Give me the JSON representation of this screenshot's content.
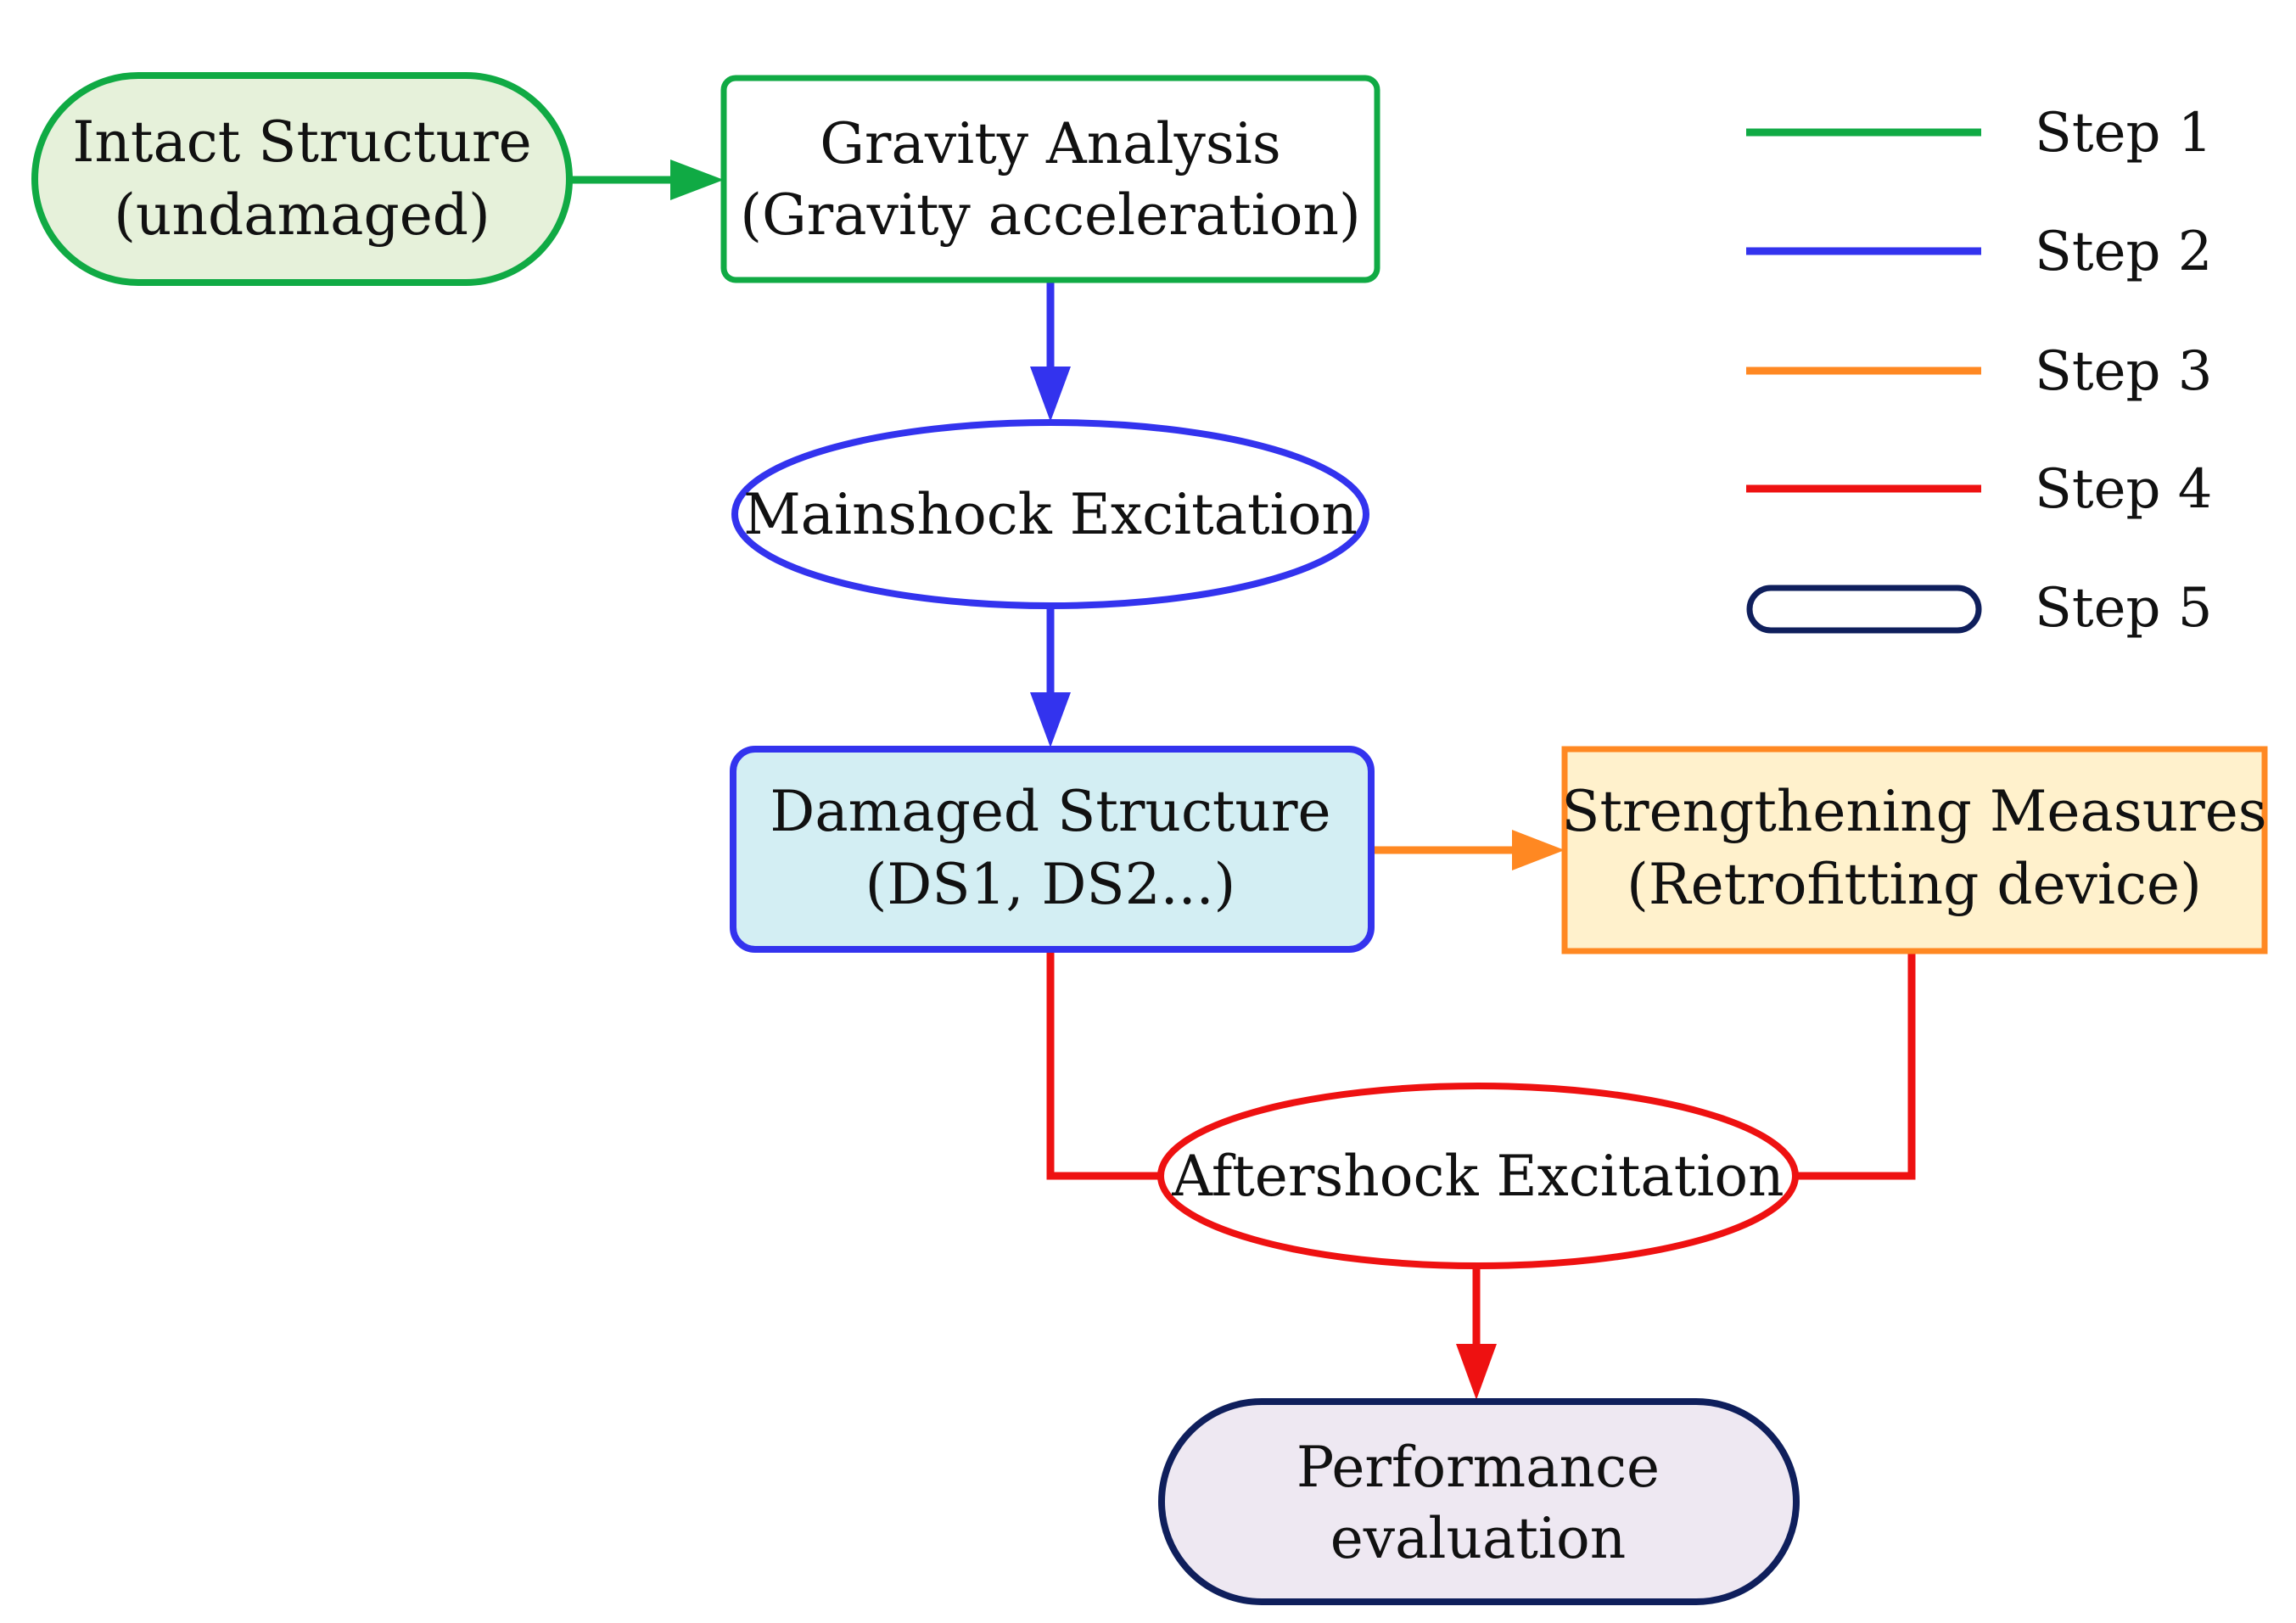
{
  "colors": {
    "step1": "#10AA44",
    "step2": "#3333EE",
    "step3": "#FF8822",
    "step4": "#EE1111",
    "step5": "#0F1F5C",
    "fill_intact": "#E6F1DA",
    "fill_damaged": "#D3EEF3",
    "fill_strengthening": "#FFF1CC",
    "fill_performance": "#EEE8F2",
    "fill_white": "#FFFFFF"
  },
  "nodes": {
    "intact": {
      "line1": "Intact Structure",
      "line2": "(undamaged)"
    },
    "gravity": {
      "line1": "Gravity  Analysis",
      "line2": "(Gravity acceleration)"
    },
    "mainshock": {
      "line1": "Mainshock Excitation"
    },
    "damaged": {
      "line1": "Damaged Structure",
      "line2": "(DS1, DS2...)"
    },
    "strengthening": {
      "line1": "Strengthening Measures",
      "line2": "(Retrofitting device)"
    },
    "aftershock": {
      "line1": "Aftershock Excitation"
    },
    "performance": {
      "line1": "Performance",
      "line2": "evaluation"
    }
  },
  "legend": {
    "items": [
      {
        "label": "Step 1",
        "style": "line"
      },
      {
        "label": "Step 2",
        "style": "line"
      },
      {
        "label": "Step 3",
        "style": "line"
      },
      {
        "label": "Step 4",
        "style": "line"
      },
      {
        "label": "Step 5",
        "style": "rounded-box"
      }
    ]
  }
}
